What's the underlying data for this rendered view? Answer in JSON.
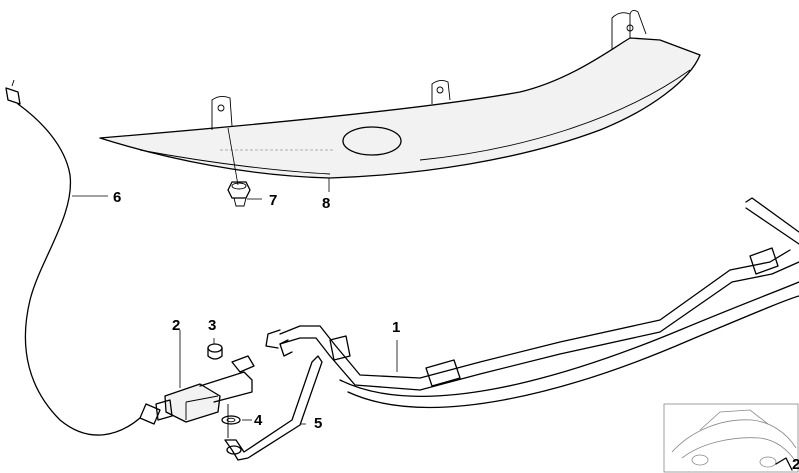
{
  "diagram": {
    "callouts": [
      {
        "id": "1",
        "label": "1"
      },
      {
        "id": "2",
        "label": "2"
      },
      {
        "id": "3",
        "label": "3"
      },
      {
        "id": "4",
        "label": "4"
      },
      {
        "id": "5",
        "label": "5"
      },
      {
        "id": "6",
        "label": "6"
      },
      {
        "id": "7",
        "label": "7"
      },
      {
        "id": "8",
        "label": "8"
      }
    ],
    "thumbnail_ref": "2"
  }
}
